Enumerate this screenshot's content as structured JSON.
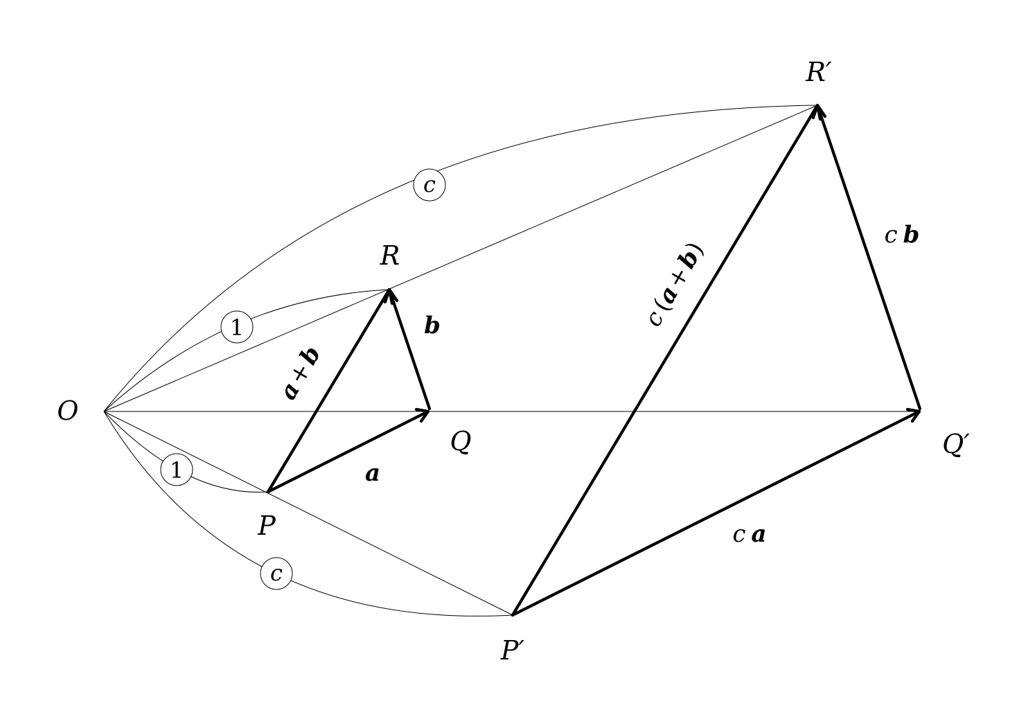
{
  "points": {
    "O": "O",
    "P": "P",
    "Q": "Q",
    "R": "R",
    "P_prime": "P′",
    "Q_prime": "Q′",
    "R_prime": "R′"
  },
  "vectors": {
    "a": "a",
    "b": "b",
    "a_plus_b": {
      "left": "a",
      "plus": "+",
      "right": "b"
    },
    "c_a": {
      "scalar": "c",
      "vec": "a"
    },
    "c_b": {
      "scalar": "c",
      "vec": "b"
    },
    "c_a_plus_b": {
      "scalar": "c",
      "open": "(",
      "left": "a",
      "plus": "+",
      "right": "b",
      "close": ")"
    }
  },
  "ratio_markers": {
    "upper_inner": "1",
    "lower_inner": "1",
    "upper_outer": "c",
    "lower_outer": "c"
  }
}
